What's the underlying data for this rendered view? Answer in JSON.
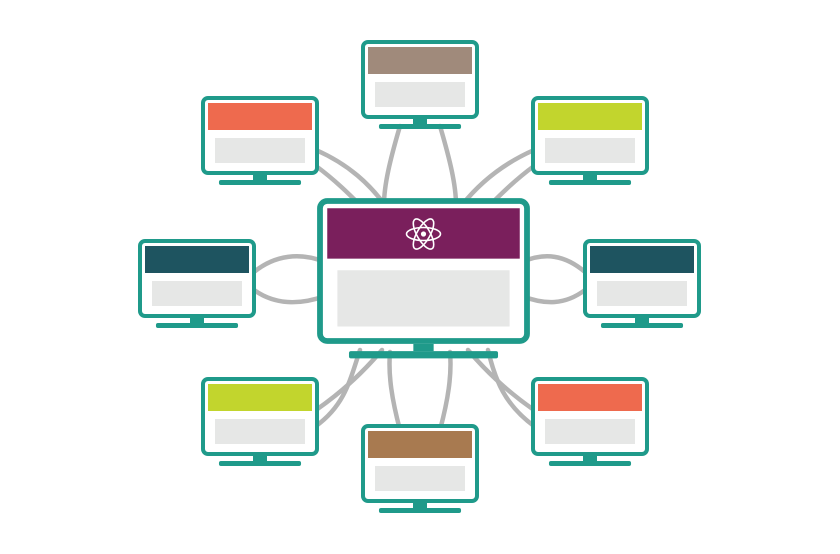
{
  "diagram": {
    "hub": {
      "header_color": "#7a1f5c",
      "icon": "atom-icon"
    },
    "colors": {
      "frame": "#1f9a8a",
      "screen_fill": "#ffffff",
      "content_fill": "#e6e7e6",
      "connector": "#b4b4b4"
    },
    "monitors": [
      {
        "id": "top",
        "header_color": "#a08a7b"
      },
      {
        "id": "top-left",
        "header_color": "#ee6a4e"
      },
      {
        "id": "top-right",
        "header_color": "#c2d52d"
      },
      {
        "id": "left",
        "header_color": "#1e5460"
      },
      {
        "id": "right",
        "header_color": "#1e5460"
      },
      {
        "id": "bottom-left",
        "header_color": "#c2d52d"
      },
      {
        "id": "bottom",
        "header_color": "#a87a50"
      },
      {
        "id": "bottom-right",
        "header_color": "#ee6a4e"
      }
    ]
  }
}
